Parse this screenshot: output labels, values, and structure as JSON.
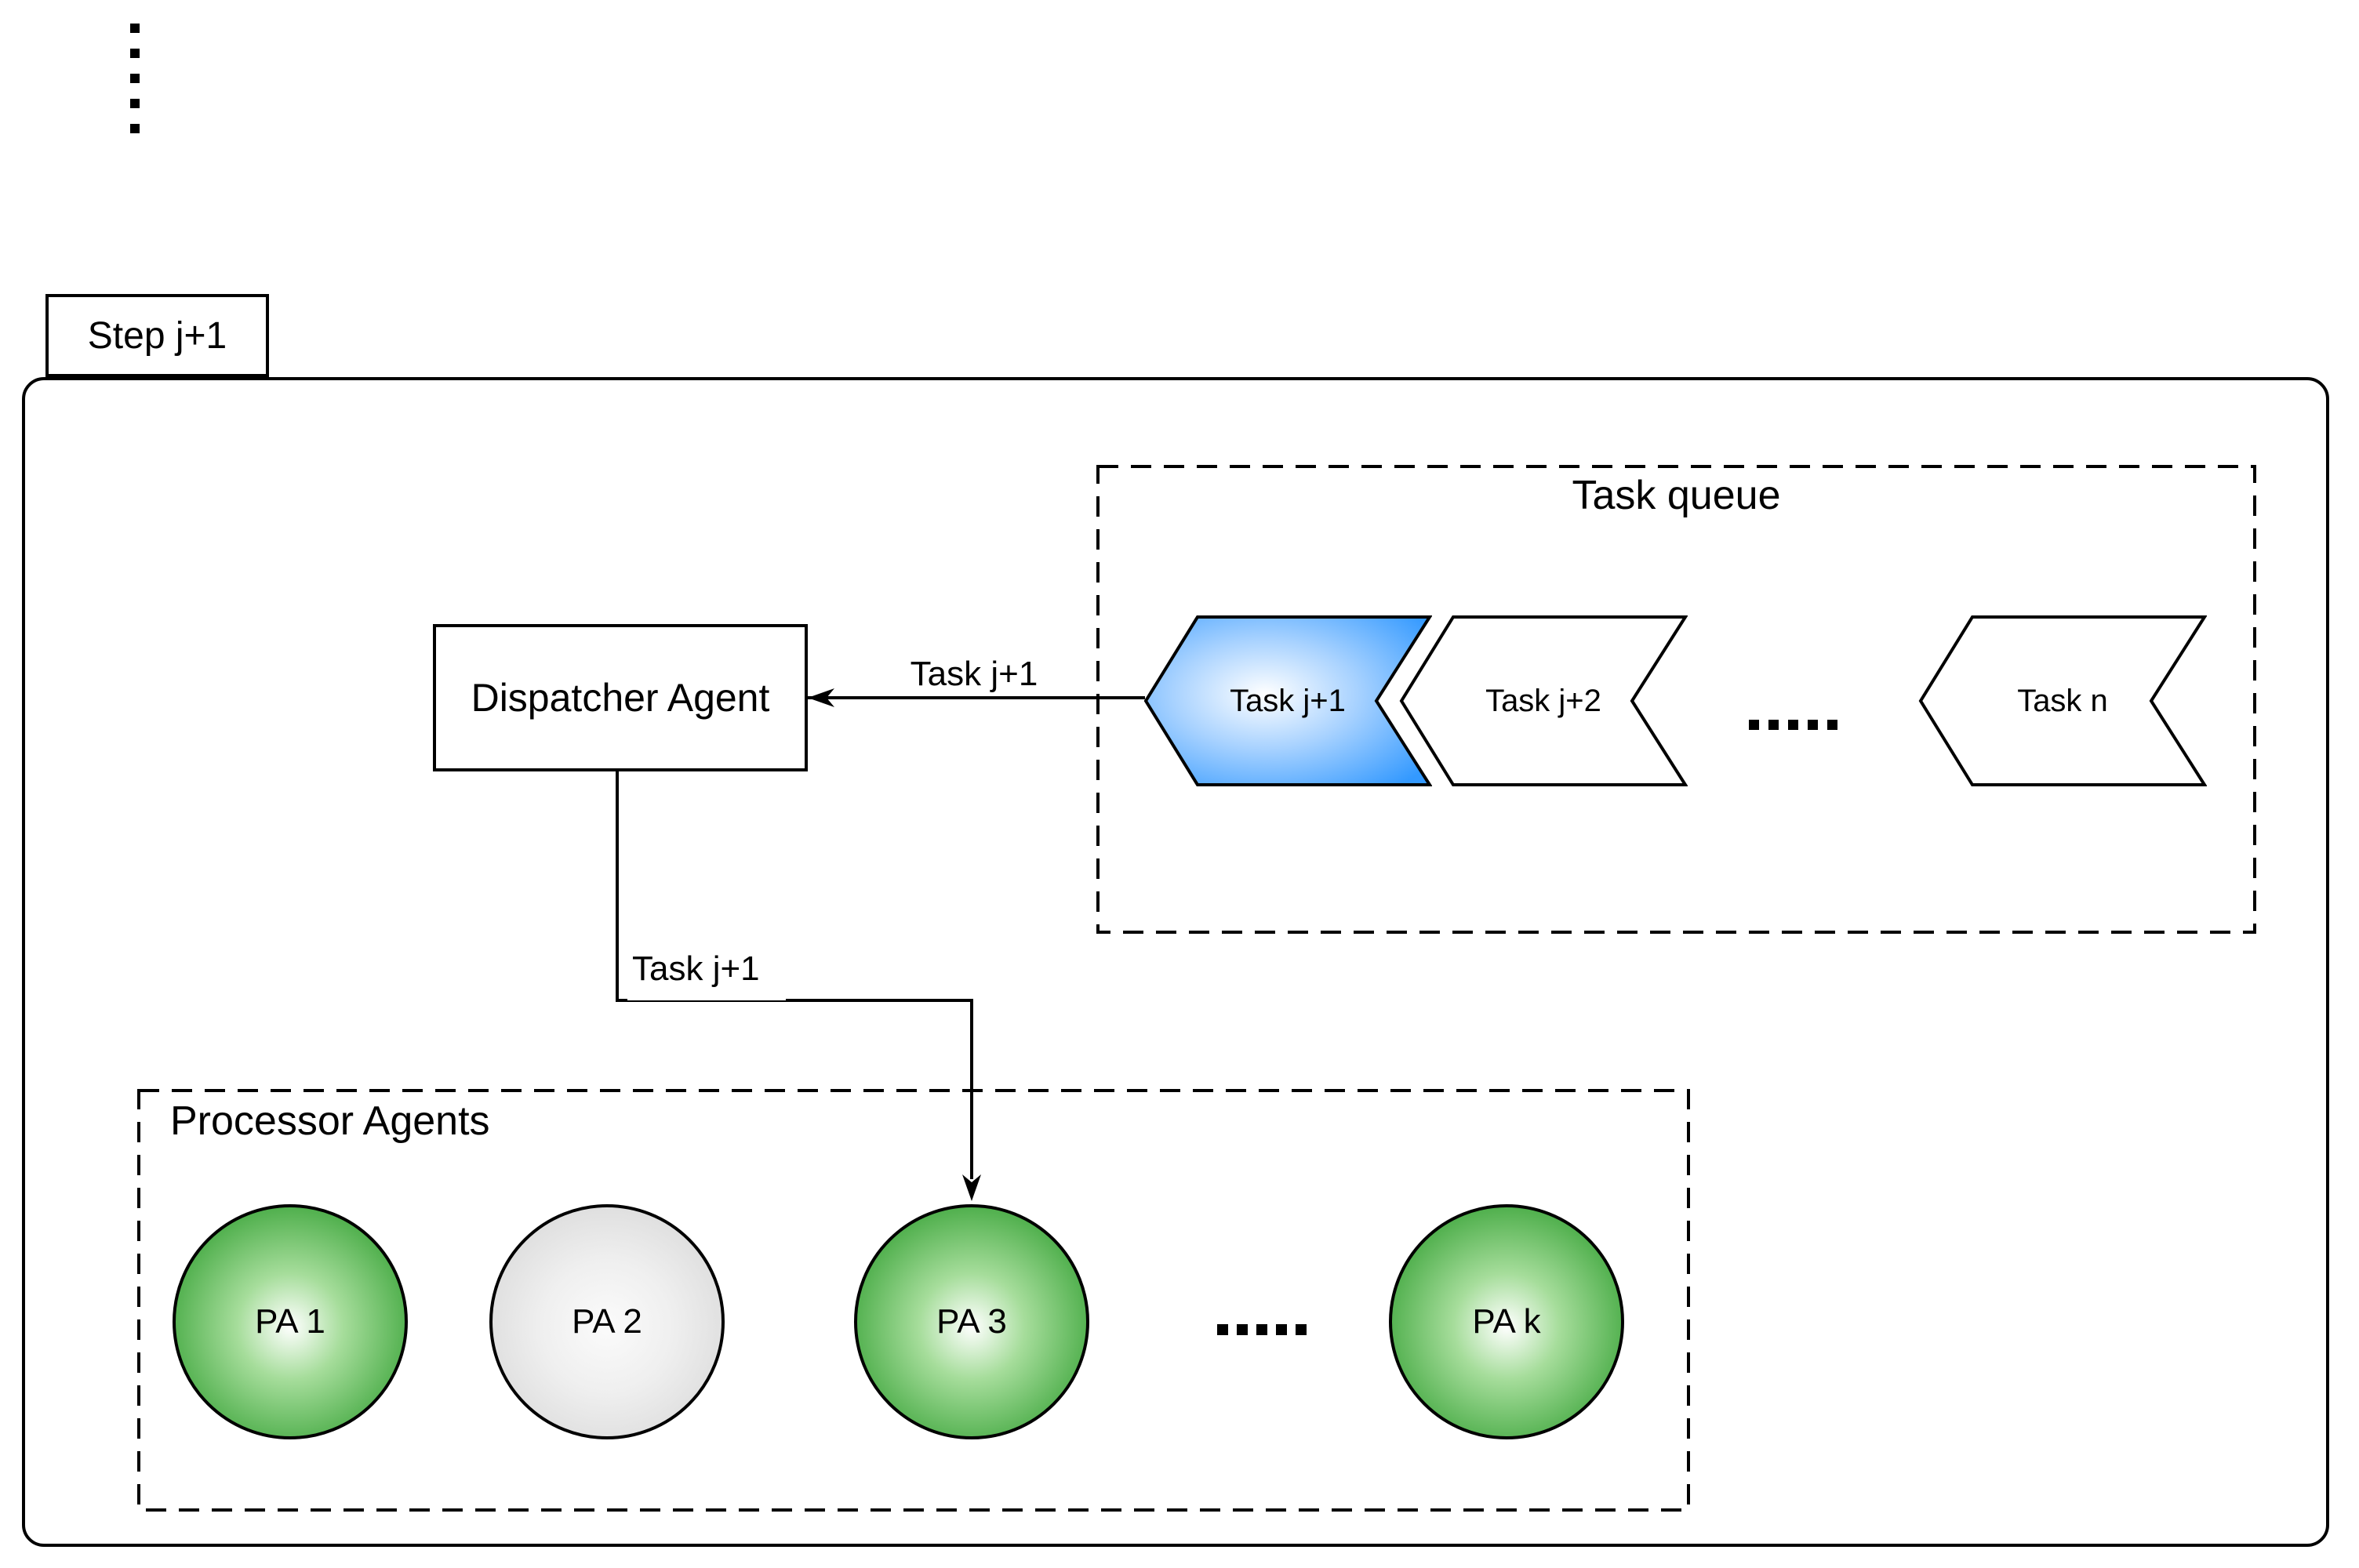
{
  "diagram": {
    "top_ellipsis": {
      "dot_count": 5
    },
    "step_tab": {
      "label": "Step j+1"
    },
    "task_queue": {
      "title": "Task queue",
      "tasks": [
        {
          "label": "Task j+1",
          "highlighted": true
        },
        {
          "label": "Task j+2",
          "highlighted": false
        },
        {
          "label": "Task n",
          "highlighted": false
        }
      ],
      "ellipsis": {
        "dot_count": 5
      }
    },
    "dispatcher": {
      "label": "Dispatcher Agent"
    },
    "edges": {
      "queue_to_dispatcher": {
        "label": "Task j+1"
      },
      "dispatcher_to_processor": {
        "label": "Task j+1"
      }
    },
    "processor_agents": {
      "title": "Processor Agents",
      "agents": [
        {
          "label": "PA 1",
          "state": "active"
        },
        {
          "label": "PA 2",
          "state": "idle"
        },
        {
          "label": "PA 3",
          "state": "active"
        },
        {
          "label": "PA k",
          "state": "active"
        }
      ],
      "ellipsis": {
        "dot_count": 5
      }
    },
    "colors": {
      "task_highlight": "#3399ff",
      "agent_active": "#2f9e2f",
      "agent_idle": "#d6d6d6",
      "line": "#000000"
    }
  }
}
